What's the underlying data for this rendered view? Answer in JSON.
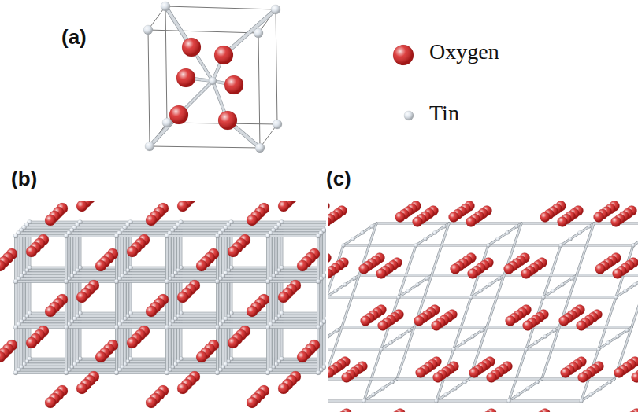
{
  "diagram": {
    "labels": [
      "(a)",
      "(b)",
      "(c)"
    ],
    "legend": [
      {
        "text": "Oxygen",
        "color": "#d61f1f"
      },
      {
        "text": "Tin",
        "color": "#dfe6ee"
      }
    ]
  }
}
